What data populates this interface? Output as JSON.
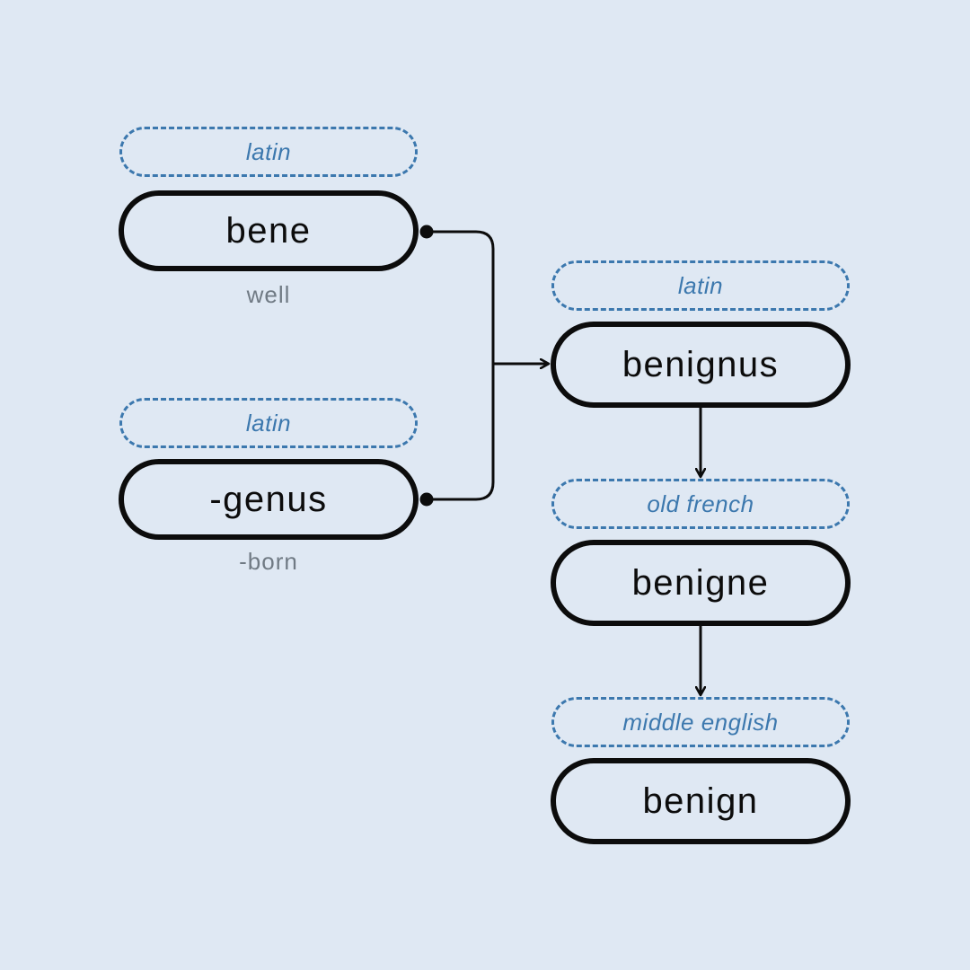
{
  "colors": {
    "background": "#dfe8f3",
    "language_label": "#3c78ae",
    "node_border": "#0c0c0c",
    "gloss_text": "#707a84",
    "connector": "#0c0c0c"
  },
  "nodes": {
    "bene": {
      "language": "latin",
      "word": "bene",
      "gloss": "well"
    },
    "genus": {
      "language": "latin",
      "word": "-genus",
      "gloss": "-born"
    },
    "benignus": {
      "language": "latin",
      "word": "benignus"
    },
    "benigne": {
      "language": "old french",
      "word": "benigne"
    },
    "benign": {
      "language": "middle english",
      "word": "benign"
    }
  },
  "edges": [
    {
      "from": "bene",
      "to": "benignus",
      "style": "dot-to-arrow"
    },
    {
      "from": "genus",
      "to": "benignus",
      "style": "dot-to-arrow"
    },
    {
      "from": "benignus",
      "to": "benigne",
      "style": "arrow"
    },
    {
      "from": "benigne",
      "to": "benign",
      "style": "arrow"
    }
  ]
}
